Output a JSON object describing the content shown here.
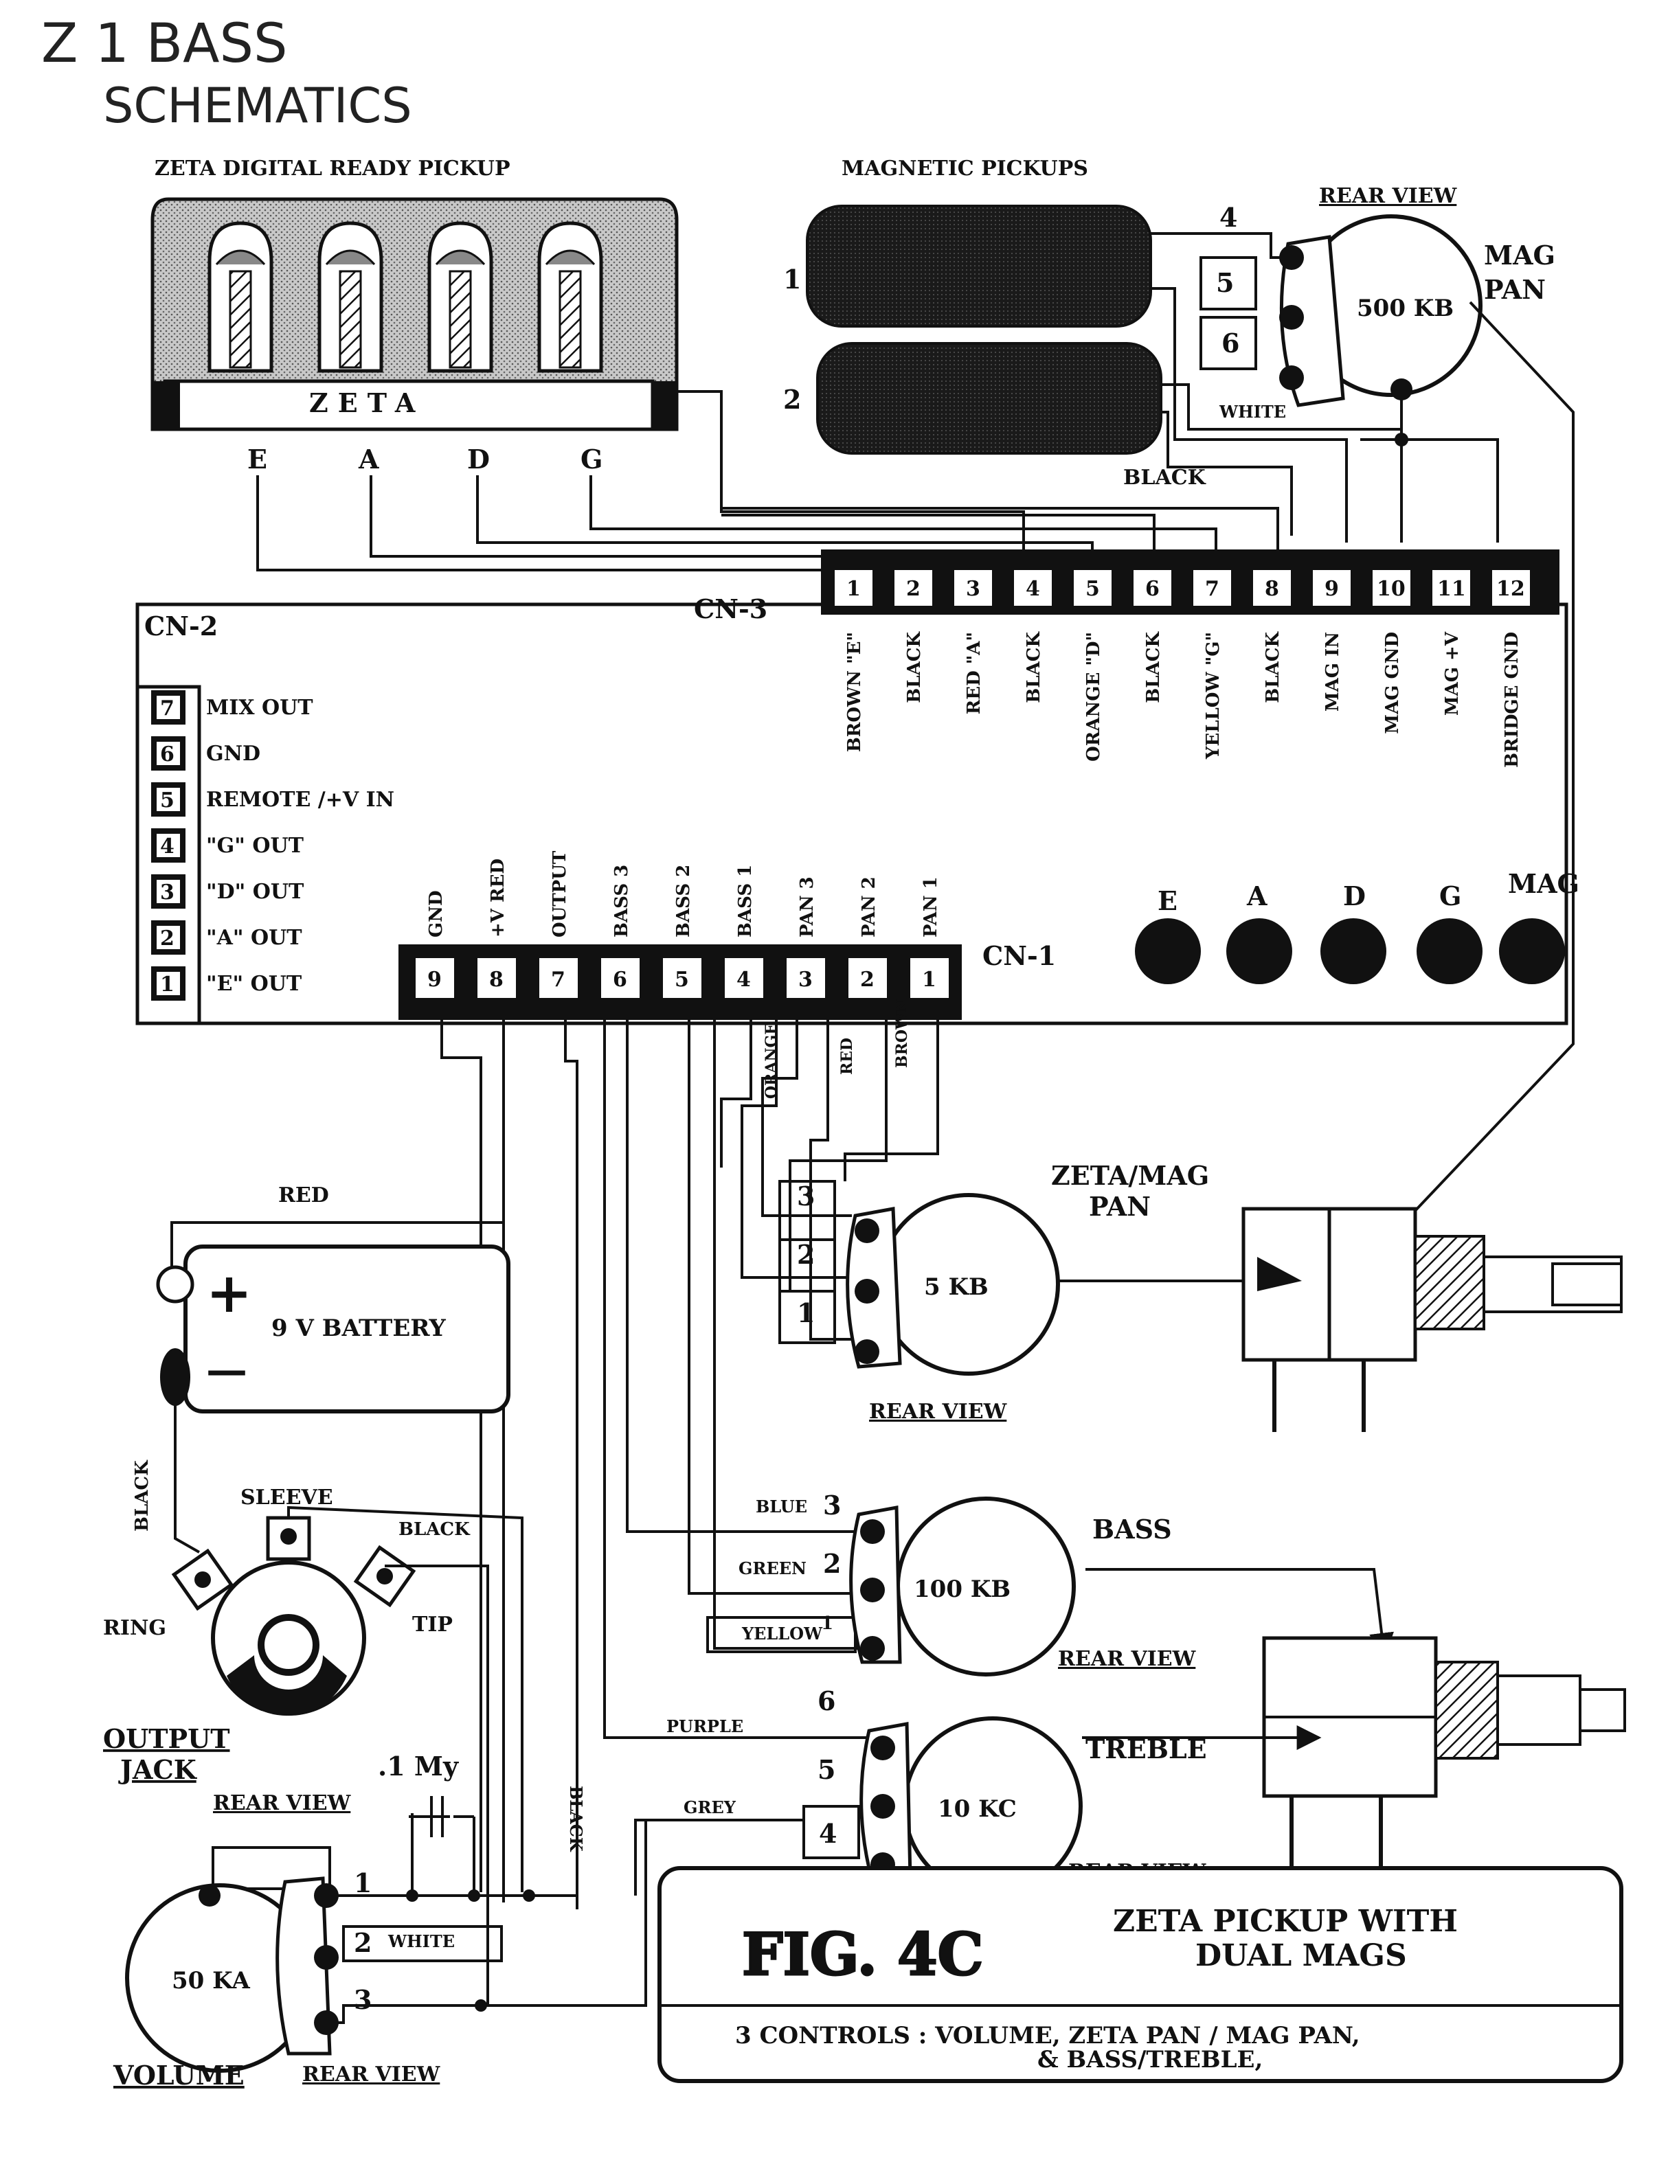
{
  "title": {
    "line1": "Z 1 BASS",
    "line2": "SCHEMATICS"
  },
  "zeta_pickup": {
    "heading": "ZETA DIGITAL READY PICKUP",
    "bar_label": "ZETA",
    "strings": [
      "E",
      "A",
      "D",
      "G"
    ]
  },
  "magnetic_pickups": {
    "heading": "MAGNETIC PICKUPS",
    "numbers": [
      "1",
      "2"
    ]
  },
  "mag_pan_pot": {
    "rear_view": "REAR VIEW",
    "value": "500 KB",
    "name_line1": "MAG",
    "name_line2": "PAN",
    "terminals": [
      "4",
      "5",
      "6"
    ],
    "wire_white": "WHITE",
    "wire_black": "BLACK"
  },
  "cn2": {
    "label": "CN-2",
    "pins": [
      {
        "num": "7",
        "label": "MIX OUT"
      },
      {
        "num": "6",
        "label": "GND"
      },
      {
        "num": "5",
        "label": "REMOTE /+V IN"
      },
      {
        "num": "4",
        "label": "\"G\" OUT"
      },
      {
        "num": "3",
        "label": "\"D\" OUT"
      },
      {
        "num": "2",
        "label": "\"A\" OUT"
      },
      {
        "num": "1",
        "label": "\"E\" OUT"
      }
    ]
  },
  "cn3": {
    "label": "CN-3",
    "pins": [
      {
        "num": "1",
        "label": "BROWN \"E\""
      },
      {
        "num": "2",
        "label": "BLACK"
      },
      {
        "num": "3",
        "label": "RED \"A\""
      },
      {
        "num": "4",
        "label": "BLACK"
      },
      {
        "num": "5",
        "label": "ORANGE \"D\""
      },
      {
        "num": "6",
        "label": "BLACK"
      },
      {
        "num": "7",
        "label": "YELLOW \"G\""
      },
      {
        "num": "8",
        "label": "BLACK"
      },
      {
        "num": "9",
        "label": "MAG IN"
      },
      {
        "num": "10",
        "label": "MAG GND"
      },
      {
        "num": "11",
        "label": "MAG +V"
      },
      {
        "num": "12",
        "label": "BRIDGE GND"
      }
    ]
  },
  "cn1": {
    "label": "CN-1",
    "pins": [
      {
        "num": "9",
        "label": "GND"
      },
      {
        "num": "8",
        "label": "+V RED"
      },
      {
        "num": "7",
        "label": "OUTPUT"
      },
      {
        "num": "6",
        "label": "BASS 3"
      },
      {
        "num": "5",
        "label": "BASS 2"
      },
      {
        "num": "4",
        "label": "BASS 1"
      },
      {
        "num": "3",
        "label": "PAN 3"
      },
      {
        "num": "2",
        "label": "PAN 2"
      },
      {
        "num": "1",
        "label": "PAN 1"
      }
    ],
    "wires": [
      "ORANGE",
      "RED",
      "BROWN"
    ]
  },
  "leds": [
    "E",
    "A",
    "D",
    "G",
    "MAG"
  ],
  "zeta_mag_pan_pot": {
    "name_line1": "ZETA/MAG",
    "name_line2": "PAN",
    "value": "5 KB",
    "terminals": [
      "3",
      "2",
      "1"
    ],
    "rear_view": "REAR VIEW"
  },
  "battery": {
    "label": "9 V BATTERY",
    "plus": "+",
    "minus": "—",
    "wire_red": "RED",
    "wire_black": "BLACK"
  },
  "bass_pot": {
    "name": "BASS",
    "value": "100 KB",
    "wires": [
      "BLUE",
      "GREEN",
      "YELLOW"
    ],
    "terminals": [
      "3",
      "2",
      "1"
    ],
    "rear_view": "REAR VIEW"
  },
  "treble_pot": {
    "name": "TREBLE",
    "value": "10 KC",
    "wires": [
      "PURPLE",
      "GREY"
    ],
    "terminals": [
      "6",
      "5",
      "4"
    ],
    "rear_view": "REAR VIEW"
  },
  "output_jack": {
    "sleeve": "SLEEVE",
    "ring": "RING",
    "tip": "TIP",
    "wire_black": "BLACK",
    "name_line1": "OUTPUT",
    "name_line2": "JACK",
    "rear_view": "REAR VIEW"
  },
  "capacitor": {
    "value": ".1 My"
  },
  "volume_pot": {
    "value": "50 KA",
    "name": "VOLUME",
    "rear_view": "REAR VIEW",
    "terminals": [
      "1",
      "2",
      "3"
    ],
    "wire_white": "WHITE",
    "wire_black": "BLACK"
  },
  "figure": {
    "number": "FIG. 4C",
    "title_line1": "ZETA PICKUP WITH",
    "title_line2": "DUAL MAGS",
    "desc_line1": "3 CONTROLS : VOLUME, ZETA PAN / MAG PAN,",
    "desc_line2": "& BASS/TREBLE,"
  }
}
